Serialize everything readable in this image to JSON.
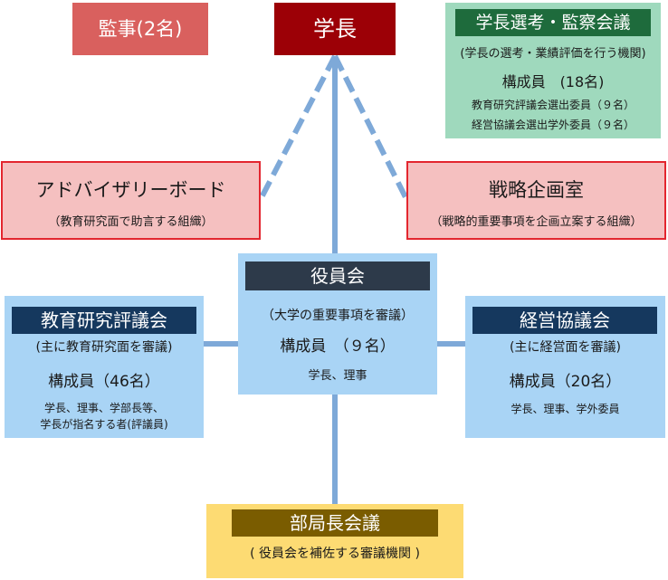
{
  "auditor": {
    "label": "監事(2名)"
  },
  "president": {
    "label": "学長"
  },
  "selection": {
    "title": "学長選考・監察会議",
    "purpose": "(学長の選考・業績評価を行う機関)",
    "members": "構成員　(18名)",
    "detail1": "教育研究評議会選出委員（９名）",
    "detail2": "経営協議会選出学外委員（９名）"
  },
  "advisory": {
    "title": "アドバイザリーボード",
    "desc": "（教育研究面で助言する組織）"
  },
  "strategy": {
    "title": "戦略企画室",
    "desc": "（戦略的重要事項を企画立案する組織）"
  },
  "board": {
    "title": "役員会",
    "purpose": "（大学の重要事項を審議）",
    "members": "構成員　（９名）",
    "detail": "学長、理事"
  },
  "education": {
    "title": "教育研究評議会",
    "purpose": "(主に教育研究面を審議)",
    "members": "構成員（46名）",
    "detail1": "学長、理事、学部長等、",
    "detail2": "学長が指名する者(評議員)"
  },
  "management": {
    "title": "経営協議会",
    "purpose": "(主に経営面を審議)",
    "members": "構成員（20名）",
    "detail": "学長、理事、学外委員"
  },
  "deans": {
    "title": "部局長会議",
    "desc": "( 役員会を補佐する審議機関 )"
  },
  "colors": {
    "connector": "#7ea9d8",
    "auditor": "#d9605e",
    "president": "#9c0006",
    "selection": "#9fd9bd",
    "pink": "#f5c0c0",
    "red_border": "#e3262f",
    "blue": "#a9d4f5",
    "yellow": "#fddb73"
  }
}
